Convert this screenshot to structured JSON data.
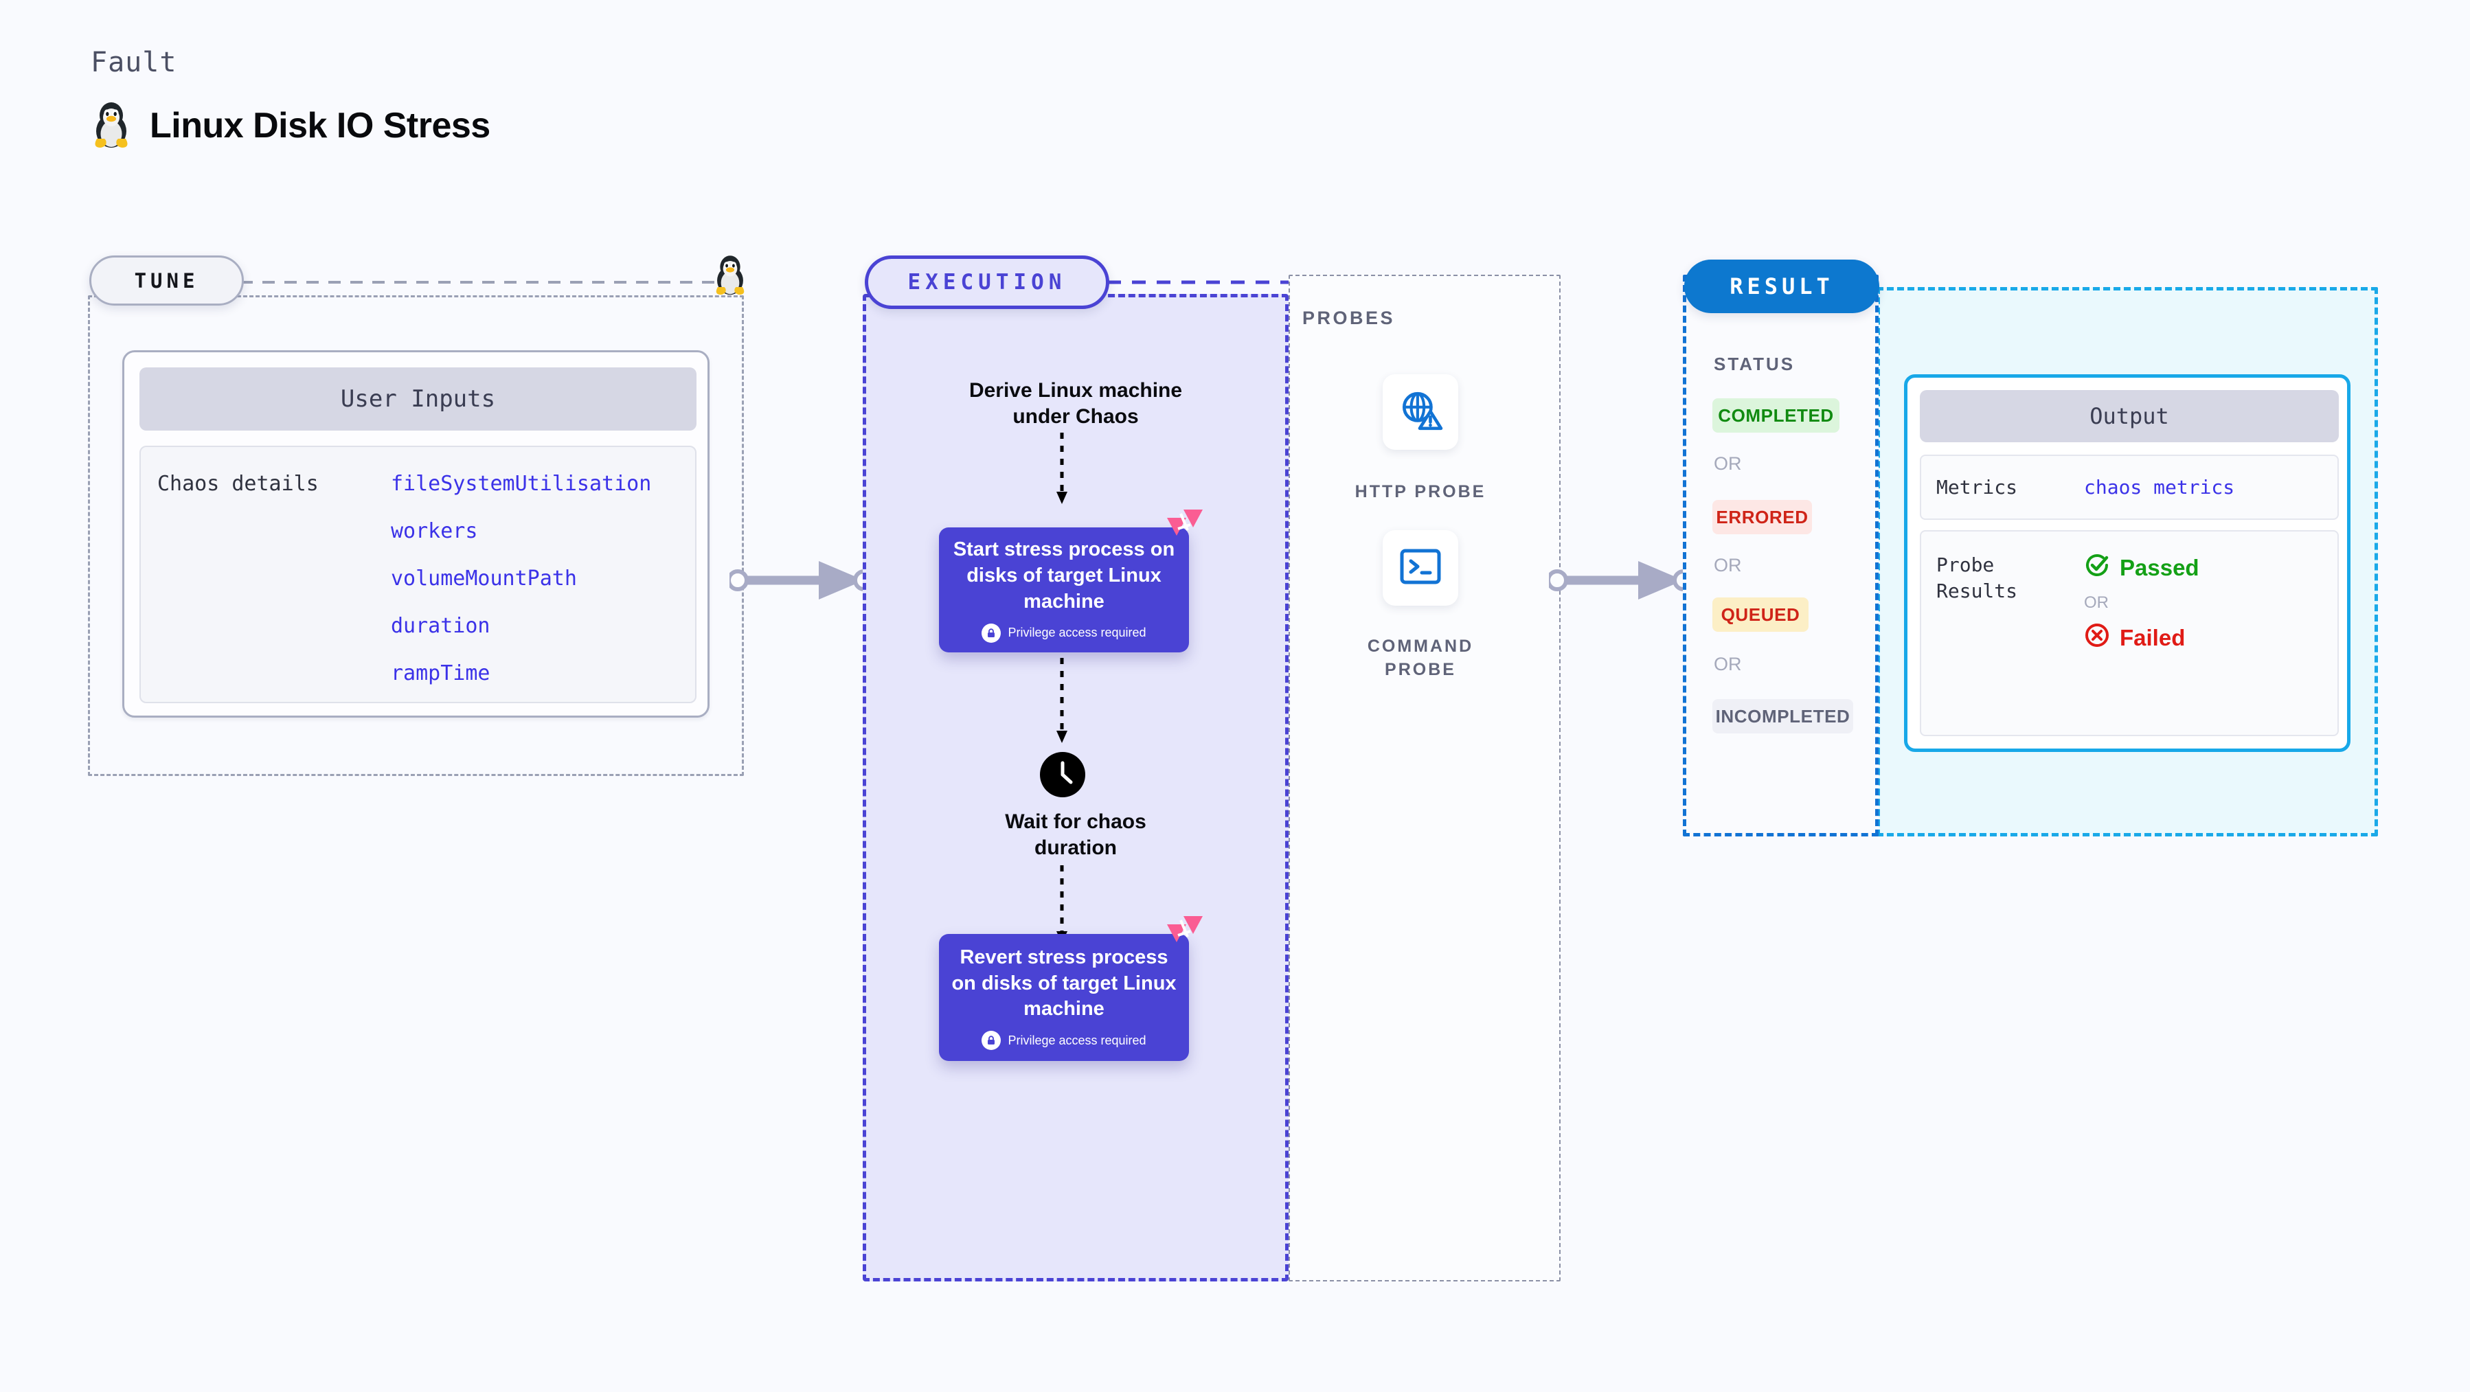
{
  "header": {
    "eyebrow": "Fault",
    "title": "Linux Disk IO Stress",
    "icon": "linux-tux-icon"
  },
  "tune": {
    "badge": "TUNE",
    "card_title": "User Inputs",
    "row_label": "Chaos details",
    "params": [
      "fileSystemUtilisation",
      "workers",
      "volumeMountPath",
      "duration",
      "rampTime"
    ]
  },
  "execution": {
    "badge": "EXECUTION",
    "steps": [
      {
        "type": "text",
        "label": "Derive Linux machine\nunder Chaos"
      },
      {
        "type": "card",
        "label": "Start stress process on disks of target Linux machine",
        "sub": "Privilege access required",
        "badge": "litmus-chaos-icon"
      },
      {
        "type": "clock",
        "label": "Wait for chaos\nduration"
      },
      {
        "type": "card",
        "label": "Revert stress process on disks of target Linux machine",
        "sub": "Privilege access required",
        "badge": "litmus-chaos-icon"
      }
    ]
  },
  "probes": {
    "label": "PROBES",
    "items": [
      {
        "icon": "globe-warning-icon",
        "caption": "HTTP PROBE"
      },
      {
        "icon": "terminal-prompt-icon",
        "caption": "COMMAND PROBE"
      }
    ]
  },
  "result": {
    "badge": "RESULT",
    "status_label": "STATUS",
    "or_label": "OR",
    "statuses": [
      {
        "label": "COMPLETED",
        "bg": "#dcf5dc",
        "fg": "#108a10"
      },
      {
        "label": "ERRORED",
        "bg": "#fde7e5",
        "fg": "#cf2418"
      },
      {
        "label": "QUEUED",
        "bg": "#fcefc6",
        "fg": "#cf2418"
      },
      {
        "label": "INCOMPLETED",
        "bg": "#eff0f6",
        "fg": "#5f6378"
      }
    ],
    "output": {
      "title": "Output",
      "metrics_key": "Metrics",
      "metrics_value": "chaos metrics",
      "probe_key": "Probe\nResults",
      "passed": "Passed",
      "failed": "Failed",
      "or_label": "OR"
    }
  },
  "colors": {
    "page_bg": "#f9fafe",
    "indigo": "#4a43d4",
    "indigo_fill": "#e6e6fb",
    "blue": "#0d78cf",
    "cyan": "#18a8e8",
    "cyan_fill": "#eaf9fd",
    "gray_dash": "#9aa0b4",
    "connector": "#a8abc6",
    "pink": "#fa5d93",
    "green": "#14a016",
    "red": "#e01b16"
  }
}
